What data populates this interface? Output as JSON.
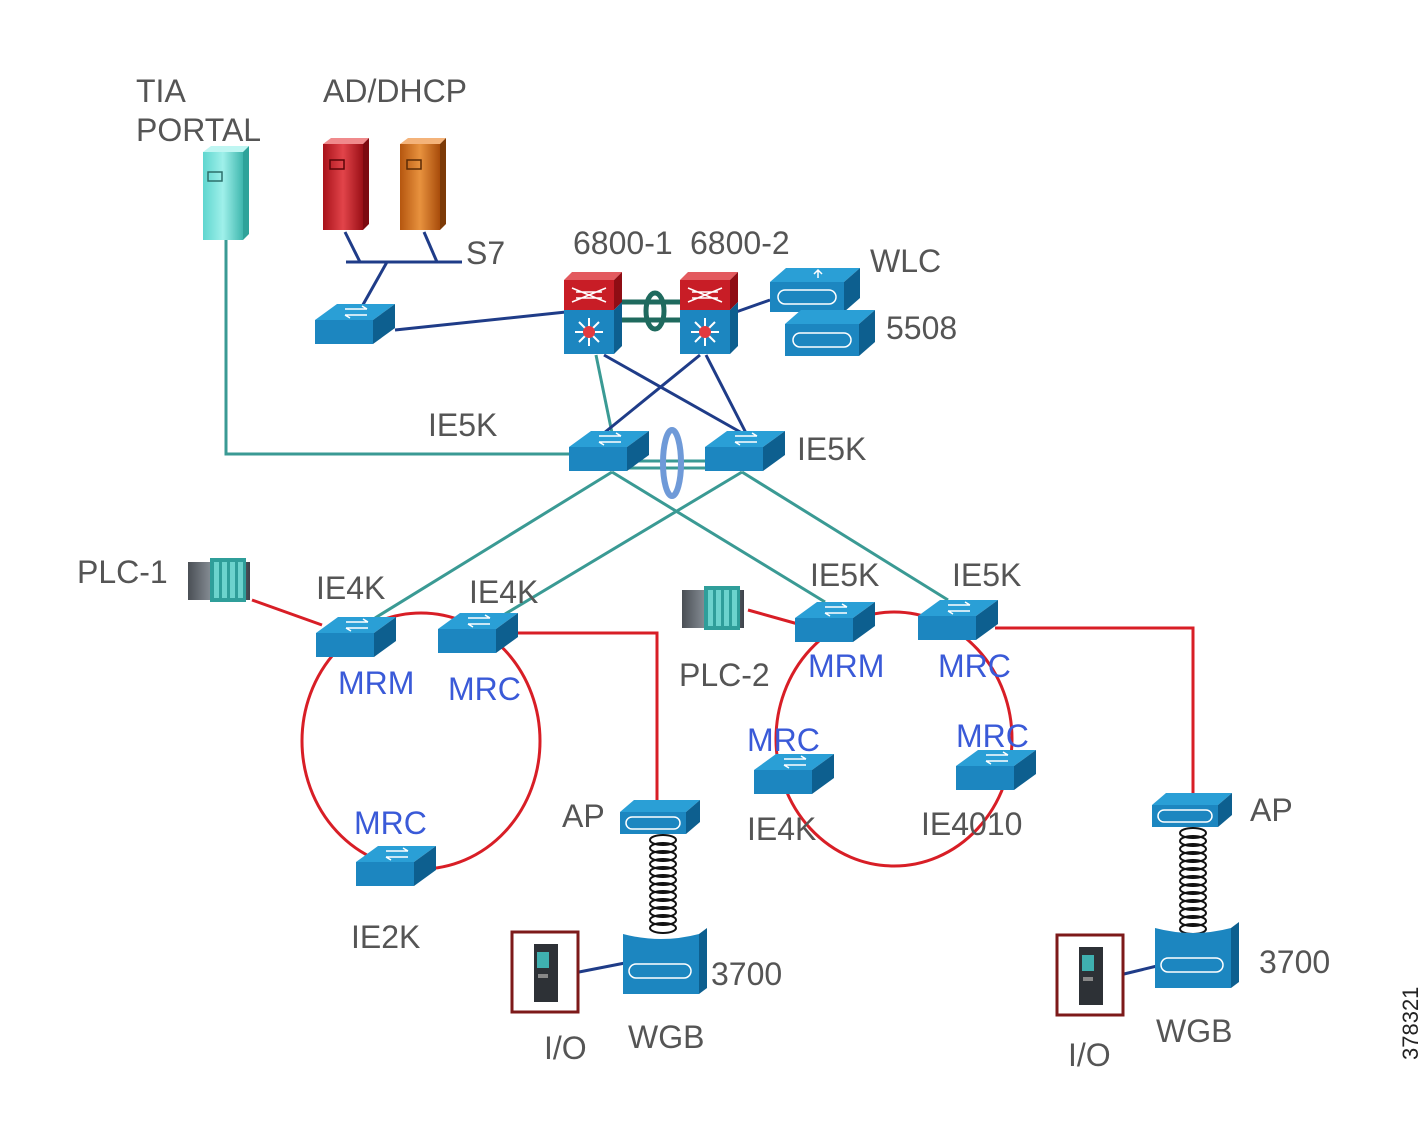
{
  "labels": {
    "tia": "TIA",
    "portal": "PORTAL",
    "ad_dhcp": "AD/DHCP",
    "s7": "S7",
    "core1": "6800-1",
    "core2": "6800-2",
    "wlc": "WLC",
    "wlc_model": "5508",
    "ie5k_dist_left": "IE5K",
    "ie5k_dist_right": "IE5K",
    "plc1": "PLC-1",
    "ie4k_a": "IE4K",
    "ie4k_b": "IE4K",
    "mrm_left": "MRM",
    "mrc_left_top": "MRC",
    "mrc_left_bottom": "MRC",
    "ie2k": "IE2K",
    "ap_left": "AP",
    "wgb_left_model": "3700",
    "wgb_left": "WGB",
    "io_left": "I/O",
    "plc2": "PLC-2",
    "ie5k_acc_a": "IE5K",
    "ie5k_acc_b": "IE5K",
    "mrm_right": "MRM",
    "mrc_right_top": "MRC",
    "mrc_right_mid_left": "MRC",
    "mrc_right_mid_right": "MRC",
    "ie4k_right": "IE4K",
    "ie4010": "IE4010",
    "ap_right": "AP",
    "wgb_right_model": "3700",
    "wgb_right": "WGB",
    "io_right": "I/O",
    "figure_id": "378321"
  },
  "colors": {
    "teal_link": "#3a9a94",
    "navy_link": "#1f3c88",
    "red_link": "#d81e26",
    "switch_blue": "#1c86c0",
    "switch_dark": "#0d5f8f",
    "etherchannel_teal": "#1f6a5e",
    "etherchannel_blue": "#6f9ad8"
  }
}
